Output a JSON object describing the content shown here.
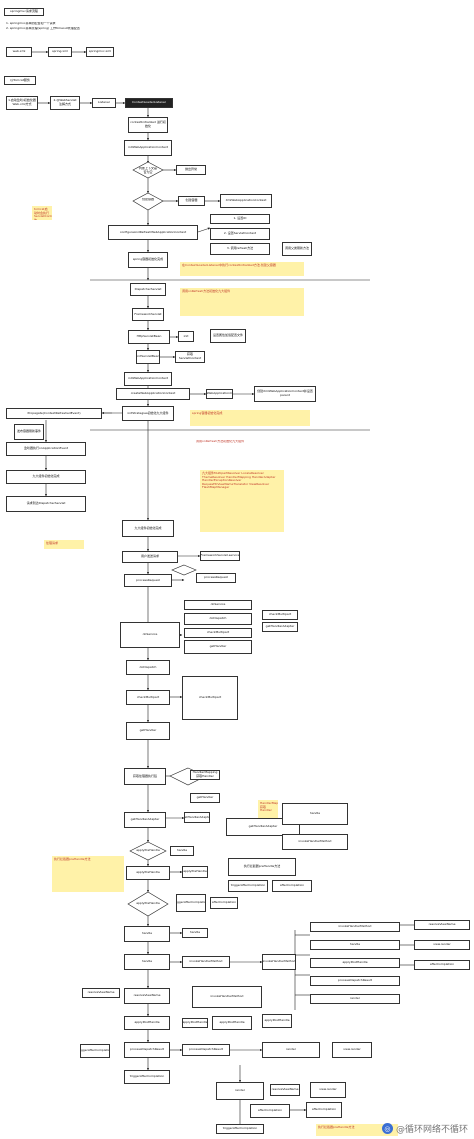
{
  "title": "springmvc请求流程",
  "header_notes": [
    "1. springmvc基本的配置和一个请求",
    "2. springmvc基本原理(spring) 工作timeout处理配置"
  ],
  "top_chain": [
    "web.xml",
    "spring.xml",
    "springmvc.xml"
  ],
  "boxes": {
    "tomcat": "以Tomcat服务",
    "init_a": "1.启动监听/初始化器Web.xml方式",
    "init_b": "2.@WebServlet注解方式",
    "init_c": "Listener",
    "init_d": "ContextLoaderListener",
    "context_init": "contextInitialized 进行初始化",
    "init_web_ctx": "initWebApplicationContext",
    "check_ctx": "判断上下文是否为空",
    "throw_exc": "抛出异常",
    "create_ctx": "创建容器",
    "create_web_ctx": "XmlWebApplicationContext",
    "configure_refresh": "configureAndRefreshWebApplicationContext",
    "step1": "1. 设置ID",
    "step2": "2. 设置ServletContext",
    "step3": "3. 调用refresh方法",
    "refresh_note": "调用父类刷新方法",
    "dispatcher": "DispatcherServlet",
    "framework_servlet": "FrameworkServlet",
    "http_servlet_bean": "HttpServletBean",
    "init_method": "init",
    "init_servlet_bean": "initServletBean",
    "init_props": "设置属性加载配置文件",
    "get_servlet_ctx": "获取ServletContext",
    "init_web_app_ctx": "initWebApplicationContext",
    "create_web_app_ctx": "createWebApplicationContext",
    "create_ctx_note": "创建XmlWebApplicationContext并设置parent",
    "on_refresh": "onRefresh",
    "init_strategies": "initStrategies初始化九大组件",
    "left_flow_1": "Propagate(ContextRefreshedEvent)",
    "left_flow_2": "发布容器刷新事件",
    "left_flow_3": "监听器执行onApplicationEvent",
    "left_flow_4": "九大组件初始化完成",
    "left_flow_5": "请求到达DispatcherServlet",
    "request_entry": "用户发送请求",
    "service": "FrameworkServlet.service",
    "process_request": "processRequest",
    "do_service": "doService",
    "do_dispatch": "doDispatch",
    "check_multipart": "checkMultipart",
    "get_handler": "getHandler",
    "get_handler_adapter": "getHandlerAdapter",
    "pre_handle": "applyPreHandle",
    "handle": "handle",
    "invoke_handler": "invokeHandlerMethod",
    "post_handle": "applyPostHandle",
    "process_result": "processDispatchResult",
    "render": "render",
    "resolve_view": "resolveViewName",
    "view_render": "view.render",
    "trigger_completion": "triggerAfterCompletion",
    "after_completion": "afterCompletion"
  },
  "notes": {
    "y1": "tomcat启动时会执行ServletContainerInitializer的onStartup方法",
    "y2": "在ContextLoaderListener中执行contextInitialized方法,创建父容器",
    "y3": "spring容器初始化完成",
    "y4": "调用onRefresh方法初始化九大组件",
    "y5": "九大组件MultipartResolver LocaleResolver ThemeResolver HandlerMapping HandlerAdapter HandlerExceptionResolver RequestToViewNameTranslator ViewResolver FlashMapManager",
    "y6": "处理请求",
    "y7": "获取处理器执行链",
    "y8": "HandlerMapping获取Handler",
    "y9": "执行拦截器preHandle方法"
  },
  "watermark": "@循环网络不循环"
}
